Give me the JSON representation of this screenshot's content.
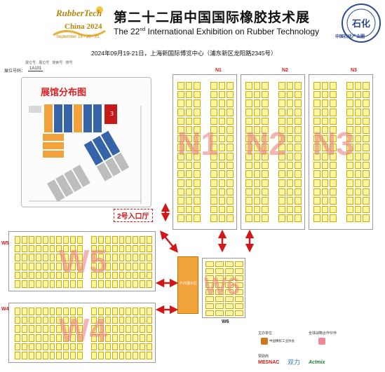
{
  "header": {
    "logo_word": "RubberTech",
    "logo_sub": "China 2024",
    "logo_date": "September 19 - 20 - 21",
    "title_cn": "第二十二届中国国际橡胶技术展",
    "title_en_pre": "The 22",
    "title_en_sup": "nd",
    "title_en_post": " International Exhibition on Rubber Technology",
    "subline": "2024年09月19-21日，上海新国际博览中心（浦东新区龙阳路2345号）",
    "right_logo_caption": "中国石化产业圈",
    "right_logo_glyph": "石化"
  },
  "menu": {
    "items": [
      "展位号",
      "展位号",
      "搜索号",
      "搜号"
    ]
  },
  "booth": {
    "label": "展位号码：",
    "value": "1A101"
  },
  "overview": {
    "title": "展馆分布图",
    "gate_label": "3"
  },
  "halls": {
    "N1": "N1",
    "N2": "N2",
    "N3": "N3",
    "W5": "W5",
    "W4": "W4",
    "W6": "W6"
  },
  "entrance": "2号入口厅",
  "orange_block": "户外展示区",
  "sponsors": {
    "host_label": "主办单位",
    "partner_label": "全球战略合作伙伴",
    "support_label": "赞助商",
    "host_name": "中国橡胶工业协会",
    "brands": [
      "MESNAC",
      "双力",
      "Actmix"
    ]
  },
  "colors": {
    "accent_red": "#d01818",
    "booth_yellow": "#fff5a0",
    "overlay": "#e67878",
    "logo_gold": "#b8860b",
    "logo_navy": "#2c4a8c"
  }
}
